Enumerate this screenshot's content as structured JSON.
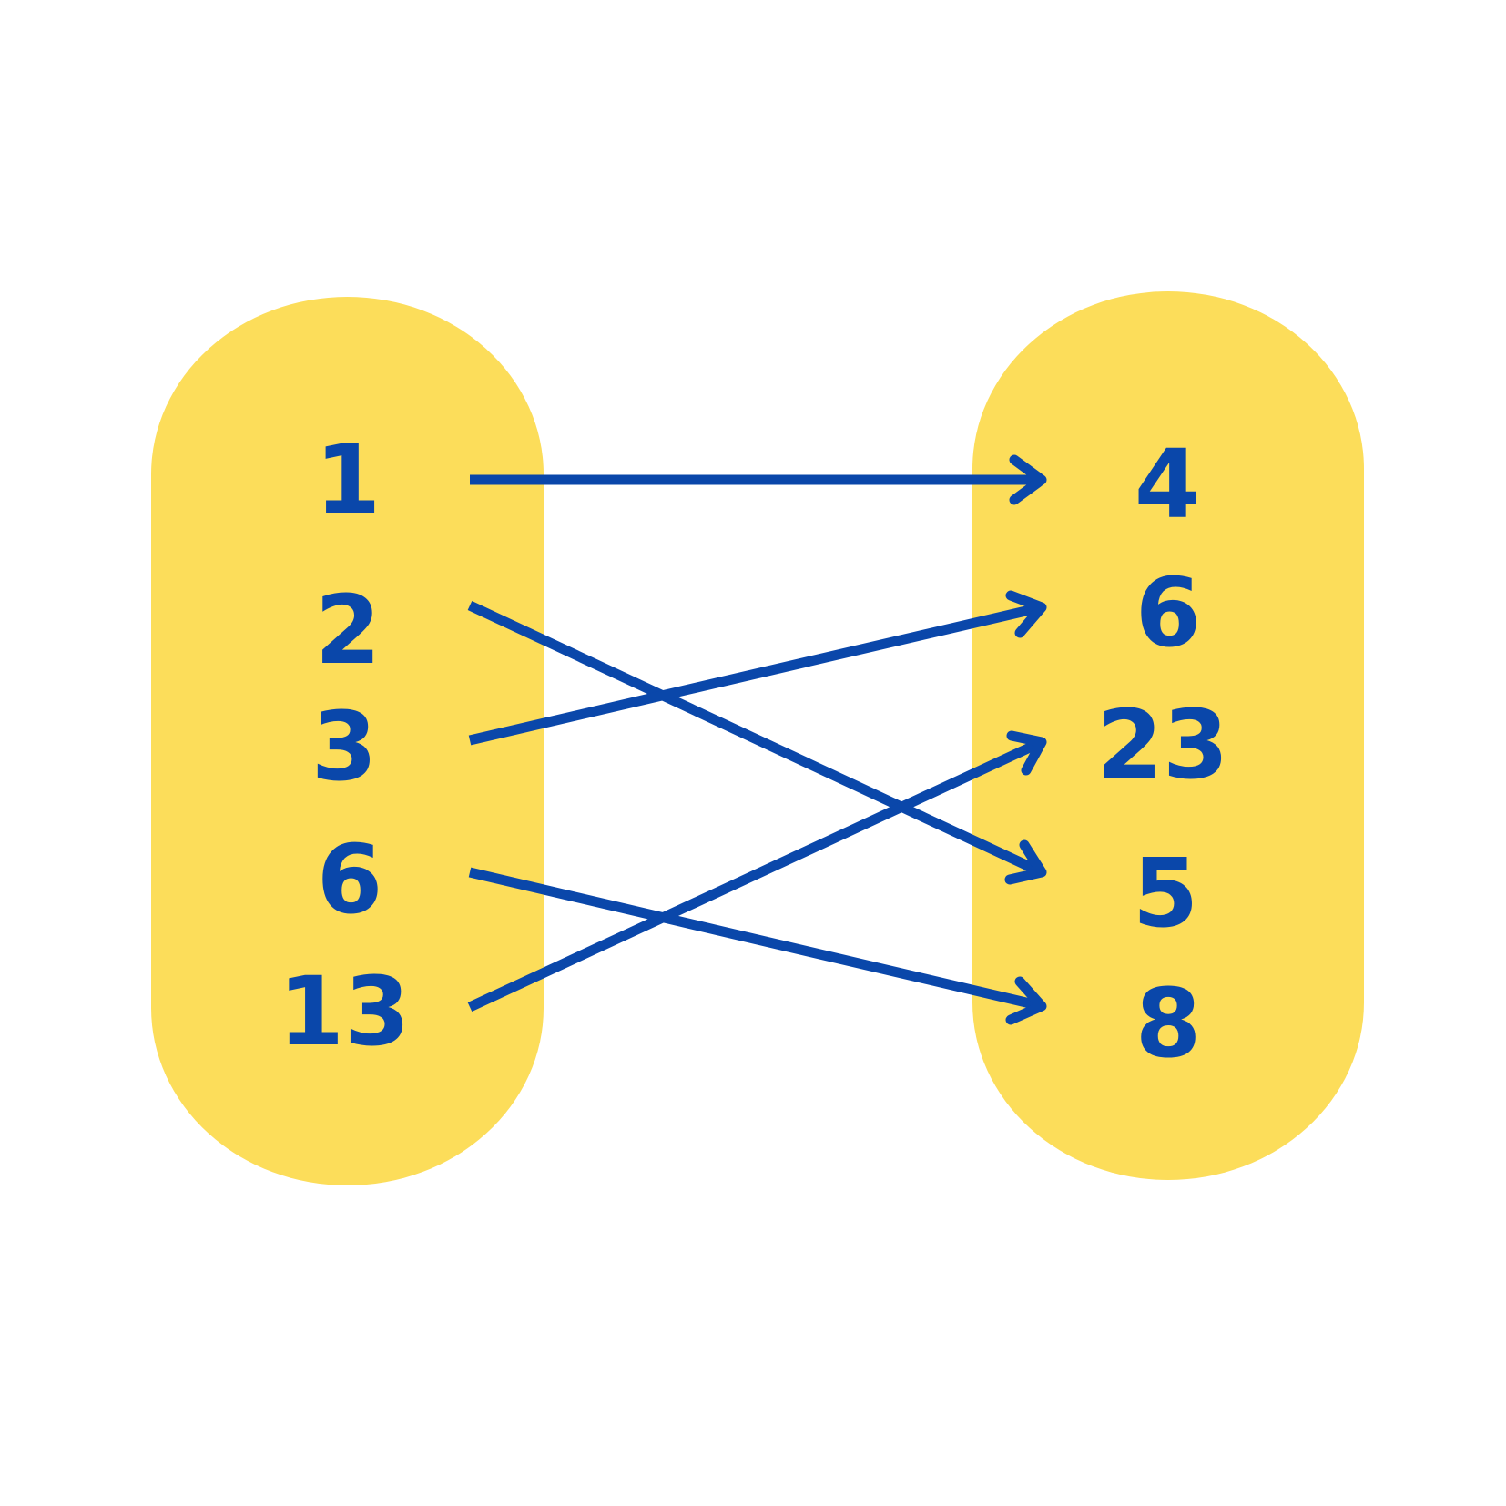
{
  "colors": {
    "background": "#ffffff",
    "set_fill": "#fcdd5a",
    "ink": "#0a47aa"
  },
  "domain": {
    "elements": [
      {
        "id": "d1",
        "label": "1"
      },
      {
        "id": "d2",
        "label": "2"
      },
      {
        "id": "d3",
        "label": "3"
      },
      {
        "id": "d6",
        "label": "6"
      },
      {
        "id": "d13",
        "label": "13"
      }
    ]
  },
  "codomain": {
    "elements": [
      {
        "id": "c4",
        "label": "4"
      },
      {
        "id": "c6",
        "label": "6"
      },
      {
        "id": "c23",
        "label": "23"
      },
      {
        "id": "c5",
        "label": "5"
      },
      {
        "id": "c8",
        "label": "8"
      }
    ]
  },
  "mappings": [
    {
      "from": "1",
      "to": "4"
    },
    {
      "from": "2",
      "to": "5"
    },
    {
      "from": "3",
      "to": "6"
    },
    {
      "from": "6",
      "to": "8"
    },
    {
      "from": "13",
      "to": "23"
    }
  ]
}
